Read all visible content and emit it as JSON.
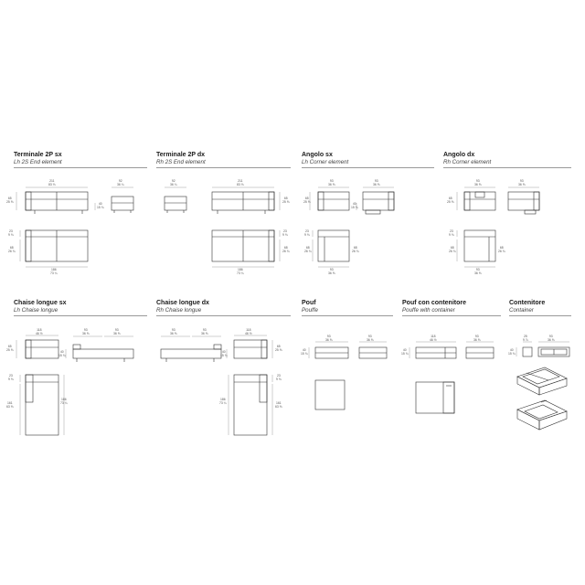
{
  "style": {
    "line_color": "#333333",
    "text_color": "#222222",
    "rule_color": "#999999"
  },
  "elements": [
    {
      "id": "terminale-sx",
      "title": "Terminale 2P sx",
      "subtitle": "Lh 2S End element",
      "dims": [
        "211\n83 ⅛",
        "65\n25 ⅝",
        "40\n15 ¾",
        "92\n36 ¼",
        "23\n9 ⅛",
        "68\n26 ¾",
        "186\n73 ¼"
      ]
    },
    {
      "id": "terminale-dx",
      "title": "Terminale 2P dx",
      "subtitle": "Rh 2S End element",
      "dims": [
        "92\n36 ¼",
        "211\n83 ⅛",
        "65\n25 ⅝",
        "23\n9 ⅛",
        "68\n26 ¾",
        "186\n73 ¼"
      ]
    },
    {
      "id": "angolo-sx",
      "title": "Angolo sx",
      "subtitle": "Lh Corner element",
      "dims": [
        "93\n36 ⅝",
        "93\n36 ⅝",
        "65\n25 ⅝",
        "40\n15 ¾",
        "23\n9 ⅛",
        "68\n26 ¾",
        "93\n36 ⅝",
        "68\n26 ¾"
      ]
    },
    {
      "id": "angolo-dx",
      "title": "Angolo dx",
      "subtitle": "Rh Corner element",
      "dims": [
        "93\n36 ⅝",
        "93\n36 ⅝",
        "65\n25 ⅝",
        "23\n9 ⅛",
        "68\n26 ¾",
        "93\n36 ⅝",
        "68\n26 ¾"
      ]
    },
    {
      "id": "chaise-sx",
      "title": "Chaise longue sx",
      "subtitle": "Lh Chaise longue",
      "dims": [
        "118\n46 ½",
        "93\n36 ⅝",
        "93\n36 ⅝",
        "65\n25 ⅝",
        "40\n15 ¾",
        "23\n9 ⅛",
        "161\n63 ⅜",
        "186\n73 ¼"
      ]
    },
    {
      "id": "chaise-dx",
      "title": "Chaise longue dx",
      "subtitle": "Rh Chaise longue",
      "dims": [
        "93\n36 ⅝",
        "93\n36 ⅝",
        "118\n46 ½",
        "40\n15 ¾",
        "65\n25 ⅝",
        "186\n73 ¼",
        "23\n9 ⅛",
        "161\n63 ⅜"
      ]
    },
    {
      "id": "pouf",
      "title": "Pouf",
      "subtitle": "Pouffe",
      "dims": [
        "93\n36 ⅝",
        "93\n36 ⅝",
        "40\n15 ¾"
      ]
    },
    {
      "id": "pouf-contenitore",
      "title": "Pouf con contenitore",
      "subtitle": "Pouffe with container",
      "dims": [
        "118\n46 ½",
        "93\n36 ⅝",
        "40\n15 ¾"
      ]
    },
    {
      "id": "contenitore",
      "title": "Contenitore",
      "subtitle": "Container",
      "dims": [
        "25\n9 ⅞",
        "93\n36 ⅝",
        "40\n15 ¾"
      ]
    }
  ]
}
